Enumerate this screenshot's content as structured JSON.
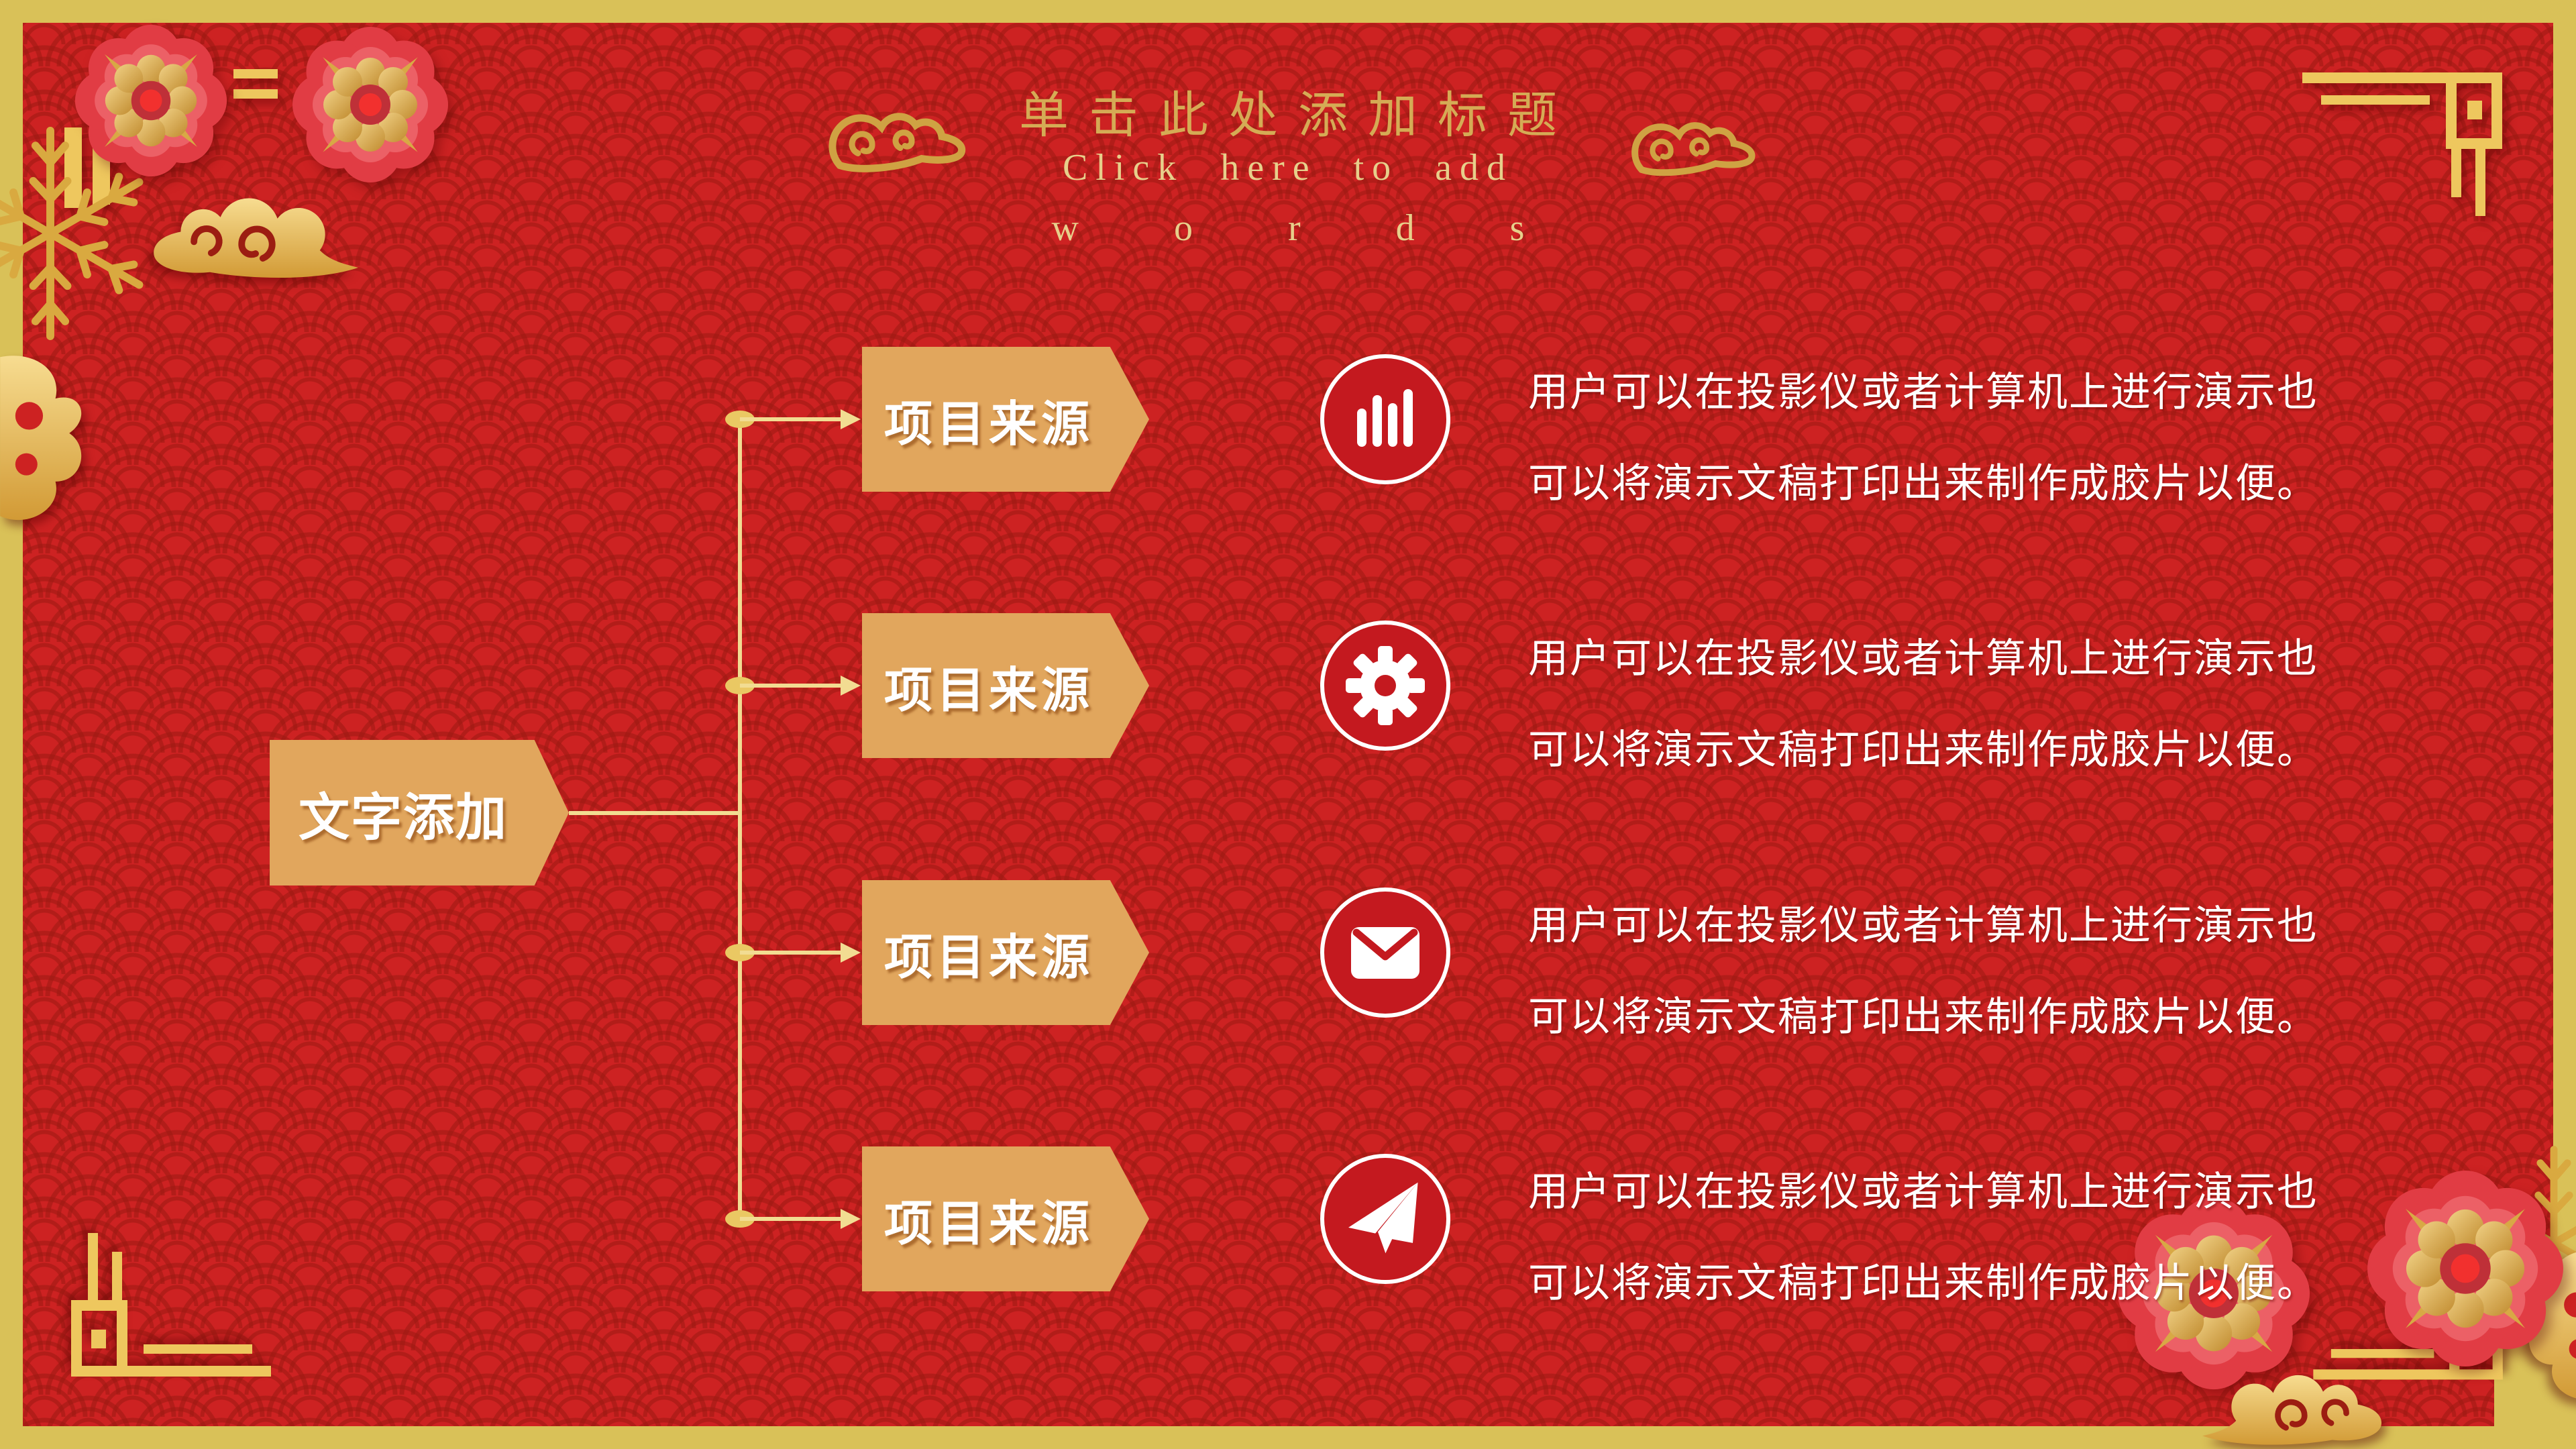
{
  "slide": {
    "header": {
      "title": "单击此处添加标题",
      "subtitle_line1": "Click here to add",
      "subtitle_line2": "words"
    },
    "diagram": {
      "root_label": "文字添加",
      "branches": [
        {
          "label": "项目来源",
          "icon": "bar-chart-icon",
          "desc_line1": "用户可以在投影仪或者计算机上进行演示也",
          "desc_line2": "可以将演示文稿打印出来制作成胶片以便。"
        },
        {
          "label": "项目来源",
          "icon": "gear-icon",
          "desc_line1": "用户可以在投影仪或者计算机上进行演示也",
          "desc_line2": "可以将演示文稿打印出来制作成胶片以便。"
        },
        {
          "label": "项目来源",
          "icon": "envelope-icon",
          "desc_line1": "用户可以在投影仪或者计算机上进行演示也",
          "desc_line2": "可以将演示文稿打印出来制作成胶片以便。"
        },
        {
          "label": "项目来源",
          "icon": "paper-plane-icon",
          "desc_line1": "用户可以在投影仪或者计算机上进行演示也",
          "desc_line2": "可以将演示文稿打印出来制作成胶片以便。"
        }
      ]
    },
    "colors": {
      "background_red": "#cd2222",
      "pattern_arc_red": "#9c1912",
      "frame_gold": "#d9c158",
      "ornament_gold": "#eec75e",
      "title_gold": "#d5ab55",
      "subtitle_gold": "#e7cf8b",
      "box_orange": "#e1a65d",
      "connector_gold": "#f2dc92",
      "icon_circle_red": "#c4191f",
      "text_white": "#ffffff"
    }
  }
}
